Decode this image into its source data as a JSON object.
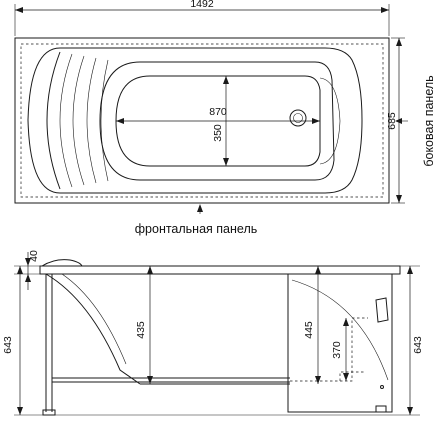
{
  "top_view": {
    "length_dim": "1492",
    "width_dim": "685",
    "bowl_length_dim": "870",
    "bowl_width_dim": "350",
    "side_panel_label": "боковая панель",
    "front_panel_label": "фронтальная панель"
  },
  "side_view": {
    "rim_dim": "40",
    "left_height_dim": "643",
    "right_height_dim": "643",
    "inner_depth_dim": "435",
    "overflow_depth_dim": "445",
    "drain_height_dim": "370"
  }
}
